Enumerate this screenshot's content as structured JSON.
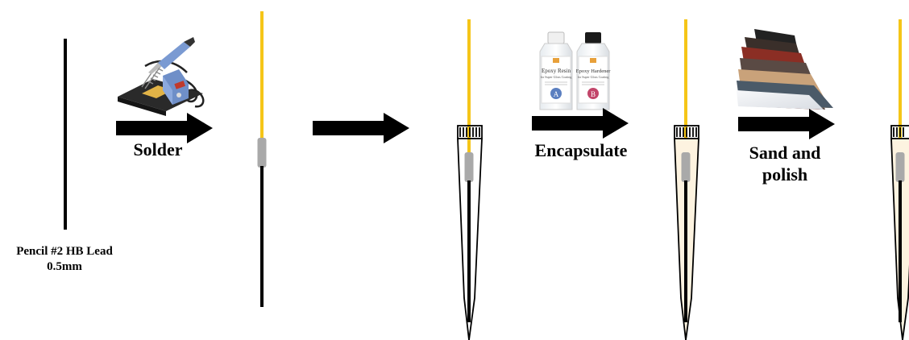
{
  "labels": {
    "pencil_line1": "Pencil #2 HB Lead",
    "pencil_line2": "0.5mm",
    "solder": "Solder",
    "encapsulate": "Encapsulate",
    "sand_line1": "Sand and",
    "sand_line2": "polish"
  },
  "bottles": {
    "resin_name": "Epoxy Resin",
    "resin_letter": "A",
    "hardener_name": "Epoxy Hardener",
    "hardener_letter": "B",
    "subtitle": "for Super Gloss Coating"
  },
  "colors": {
    "lead": "#000000",
    "wire": "#f5c518",
    "solder_joint": "#a9a9a9",
    "epoxy_fill": "#fdf3e0",
    "arrow": "#000000"
  }
}
